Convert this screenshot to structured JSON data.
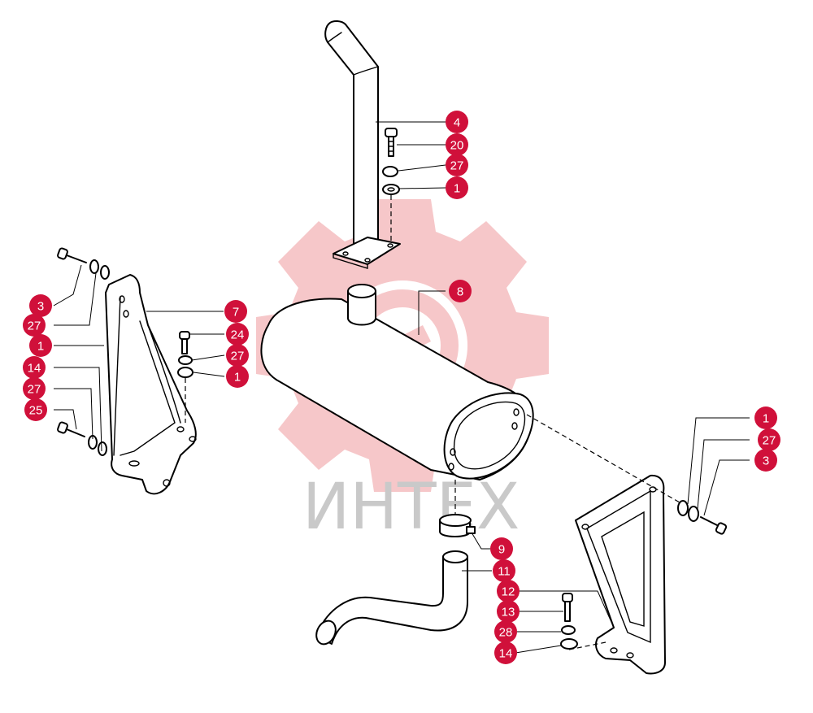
{
  "watermark": {
    "text": "ИНТЕХ",
    "gear_color": "#f6c7c9",
    "text_color": "#c9c9c9"
  },
  "colors": {
    "callout": "#d0103a",
    "line": "#000000",
    "background": "#ffffff"
  },
  "callouts": [
    {
      "label": "4"
    },
    {
      "label": "20"
    },
    {
      "label": "27"
    },
    {
      "label": "1"
    },
    {
      "label": "3"
    },
    {
      "label": "27"
    },
    {
      "label": "1"
    },
    {
      "label": "14"
    },
    {
      "label": "27"
    },
    {
      "label": "25"
    },
    {
      "label": "7"
    },
    {
      "label": "24"
    },
    {
      "label": "27"
    },
    {
      "label": "1"
    },
    {
      "label": "8"
    },
    {
      "label": "1"
    },
    {
      "label": "27"
    },
    {
      "label": "3"
    },
    {
      "label": "9"
    },
    {
      "label": "11"
    },
    {
      "label": "12"
    },
    {
      "label": "13"
    },
    {
      "label": "28"
    },
    {
      "label": "14"
    }
  ]
}
